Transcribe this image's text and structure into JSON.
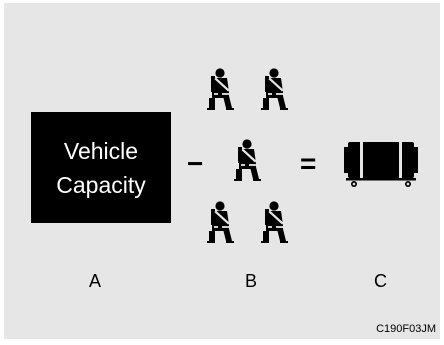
{
  "capacity_box": {
    "line1": "Vehicle",
    "line2": "Capacity"
  },
  "operators": {
    "minus": "−",
    "equals": "="
  },
  "labels": {
    "a": "A",
    "b": "B",
    "c": "C"
  },
  "figure_code": "C190F03JM",
  "icons": {
    "seat": "seated-person-with-seatbelt-icon",
    "cargo": "luggage-cargo-icon"
  },
  "occupant_seat_count": 5,
  "colors": {
    "background": "#e6e6e6",
    "box": "#000000",
    "box_text": "#ffffff"
  }
}
